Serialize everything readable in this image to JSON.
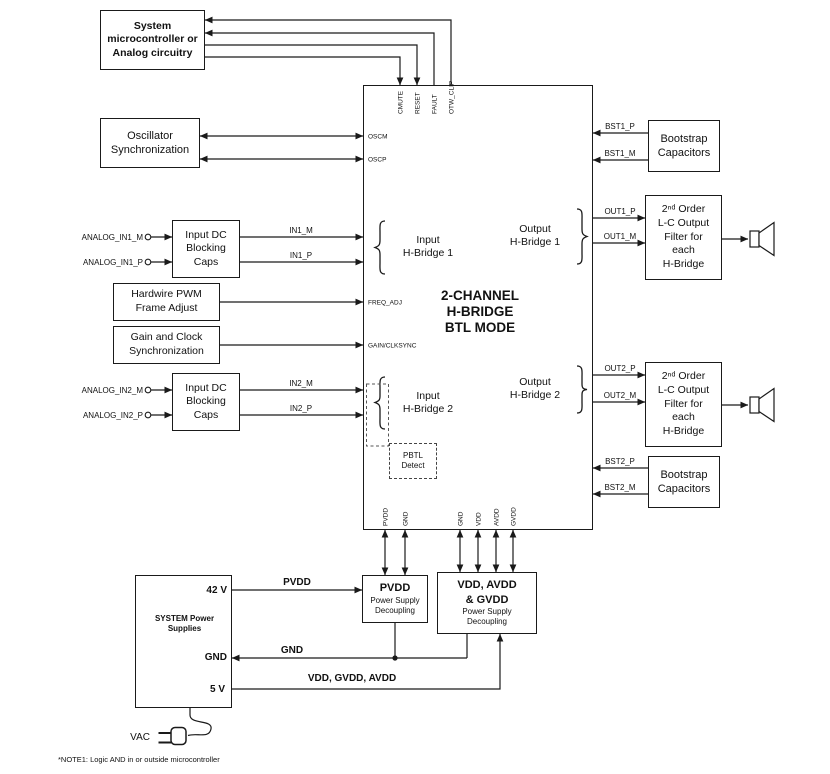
{
  "boxes": {
    "micro": "System\nmicrocontroller or\nAnalog circuitry",
    "oscillator": "Oscillator\nSynchronization",
    "caps1": "Input DC\nBlocking\nCaps",
    "pwm": "Hardwire PWM\nFrame Adjust",
    "gain": "Gain and Clock\nSynchronization",
    "caps2": "Input DC\nBlocking\nCaps",
    "bootstrap1": "Bootstrap\nCapacitors",
    "bootstrap2": "Bootstrap\nCapacitors",
    "filter1": "2ⁿᵈ Order\nL-C Output\nFilter for\neach\nH-Bridge",
    "filter2": "2ⁿᵈ Order\nL-C Output\nFilter for\neach\nH-Bridge",
    "pvdd_decoupling": {
      "title": "PVDD",
      "subtitle": "Power Supply\nDecoupling"
    },
    "vdd_decoupling": {
      "title": "VDD, AVDD\n& GVDD",
      "subtitle": "Power Supply\nDecoupling"
    },
    "system": {
      "title": "SYSTEM Power\nSupplies",
      "rail_42v": "42 V",
      "rail_gnd": "GND",
      "rail_5v": "5 V"
    }
  },
  "chip": {
    "title": "2-CHANNEL\nH-BRIDGE\nBTL MODE",
    "pins": {
      "cmute": "CMUTE",
      "reset": "RESET",
      "fault": "FAULT",
      "otw_clip": "OTW_CLIP",
      "oscm": "OSCM",
      "oscp": "OSCP",
      "freq_adj": "FREQ_ADJ",
      "gain_clksync": "GAIN/CLKSYNC",
      "pvdd": "PVDD",
      "gnd1": "GND",
      "gnd2": "GND",
      "vdd": "VDD",
      "avdd": "AVDD",
      "gvdd": "GVDD"
    },
    "groups": {
      "input_hb1": "Input\nH-Bridge 1",
      "input_hb2": "Input\nH-Bridge 2",
      "output_hb1": "Output\nH-Bridge 1",
      "output_hb2": "Output\nH-Bridge 2",
      "pbtl": "PBTL\nDetect"
    }
  },
  "labels": {
    "analog_in1_m": "ANALOG_IN1_M",
    "analog_in1_p": "ANALOG_IN1_P",
    "analog_in2_m": "ANALOG_IN2_M",
    "analog_in2_p": "ANALOG_IN2_P",
    "in1_m": "IN1_M",
    "in1_p": "IN1_P",
    "in2_m": "IN2_M",
    "in2_p": "IN2_P",
    "bst1_p": "BST1_P",
    "bst1_m": "BST1_M",
    "bst2_p": "BST2_P",
    "bst2_m": "BST2_M",
    "out1_p": "OUT1_P",
    "out1_m": "OUT1_M",
    "out2_p": "OUT2_P",
    "out2_m": "OUT2_M",
    "pvdd_rail": "PVDD",
    "gnd_rail": "GND",
    "vdd_rail": "VDD, GVDD, AVDD",
    "vac": "VAC"
  },
  "footnote": "*NOTE1: Logic AND in or outside microcontroller",
  "colors": {
    "ink": "#1a1a1a",
    "background": "#ffffff"
  }
}
